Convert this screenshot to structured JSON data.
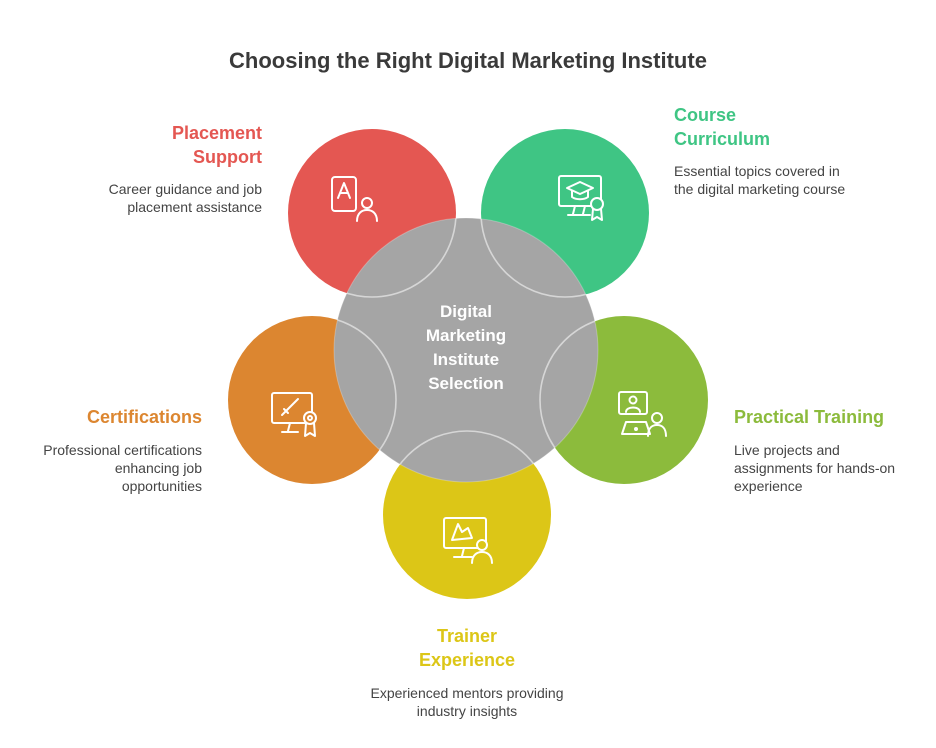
{
  "title": "Choosing the Right Digital Marketing Institute",
  "center_label": "Digital\nMarketing\nInstitute\nSelection",
  "colors": {
    "center": "#a5a5a5",
    "placement": "#e45752",
    "curriculum": "#3fc584",
    "practical": "#8cbb3c",
    "trainer": "#dcc617",
    "certifications": "#dc8630"
  },
  "sections": {
    "placement": {
      "title": "Placement Support",
      "description": "Career guidance and job placement assistance",
      "icon": "document-person-icon"
    },
    "curriculum": {
      "title": "Course Curriculum",
      "description": "Essential topics covered in the digital marketing course",
      "icon": "monitor-graduation-cap-icon"
    },
    "practical": {
      "title": "Practical Training",
      "description": "Live projects and assignments for hands-on experience",
      "icon": "laptop-person-icon"
    },
    "trainer": {
      "title": "Trainer Experience",
      "description": "Experienced mentors providing industry insights",
      "icon": "presentation-person-icon"
    },
    "certifications": {
      "title": "Certifications",
      "description": "Professional certifications enhancing job opportunities",
      "icon": "monitor-certificate-icon"
    }
  }
}
